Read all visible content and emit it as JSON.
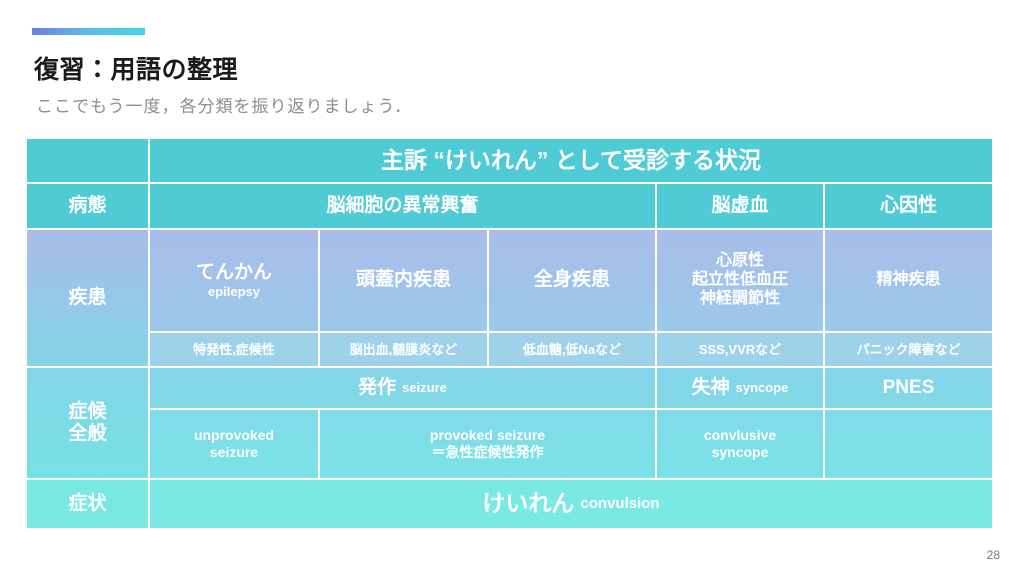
{
  "slide": {
    "title": "復習：用語の整理",
    "subtitle": "ここでもう一度，各分類を振り返りましょう．",
    "page_number": "28",
    "accent_colors": {
      "gradient_start": "#6c7fe3",
      "gradient_end": "#3fd8e0",
      "header_cyan": "#4fcbd6",
      "body_top": "#a9bde9",
      "body_bottom": "#7fe9e2",
      "title_color": "#1b1b1b",
      "subtitle_color": "#8e8e8e"
    }
  },
  "table": {
    "banner": "主訴 “けいれん” として受診する状況",
    "rows": {
      "pathology": {
        "label": "病態",
        "cells": [
          "脳細胞の異常興奮",
          "脳虚血",
          "心因性"
        ]
      },
      "disease": {
        "label": "疾患",
        "main": [
          {
            "jp": "てんかん",
            "en": "epilepsy"
          },
          {
            "jp": "頭蓋内疾患",
            "en": ""
          },
          {
            "jp": "全身疾患",
            "en": ""
          },
          {
            "jp": "心原性\n起立性低血圧\n神経調節性",
            "en": ""
          },
          {
            "jp": "精神疾患",
            "en": ""
          }
        ],
        "examples": [
          "特発性,症候性",
          "脳出血,髄膜炎など",
          "低血糖,低Naなど",
          "SSS,VVRなど",
          "パニック障害など"
        ]
      },
      "syndrome": {
        "label": "症候\n全般",
        "top": [
          {
            "jp": "発作",
            "en": "seizure"
          },
          {
            "jp": "失神",
            "en": "syncope"
          },
          {
            "jp": "PNES",
            "en": ""
          }
        ],
        "bottom": [
          "unprovoked\nseizure",
          "provoked seizure\n＝急性症候性発作",
          "convlusive\nsyncope",
          ""
        ]
      },
      "symptom": {
        "label": "症状",
        "value": {
          "jp": "けいれん",
          "en": "convulsion"
        }
      }
    }
  }
}
